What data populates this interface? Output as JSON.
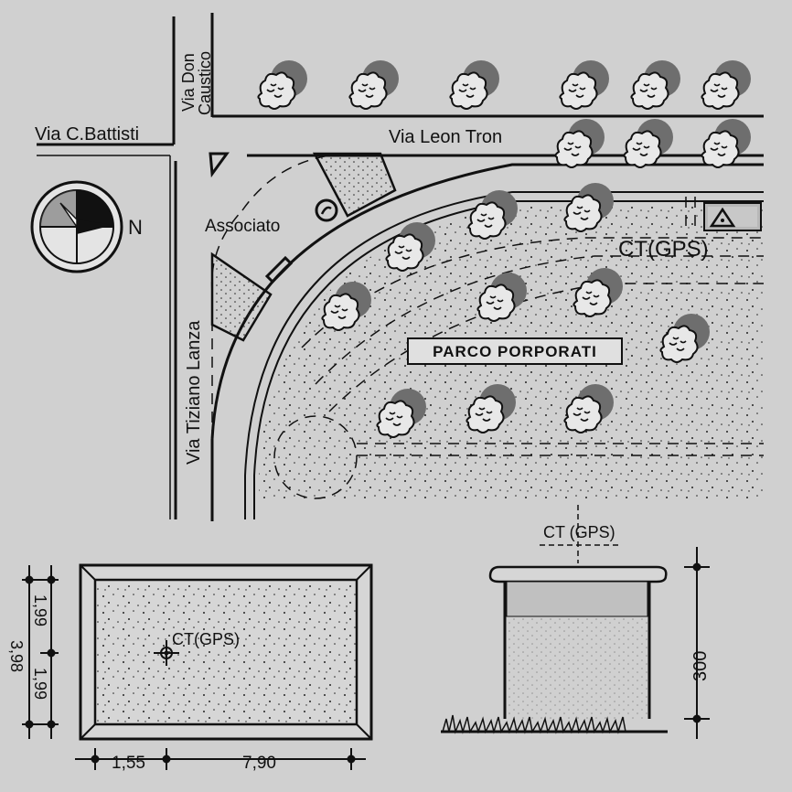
{
  "streets": {
    "via_battisti": "Via C.Battisti",
    "via_don_caustico_1": "Via Don",
    "via_don_caustico_2": "Caustico",
    "via_leon_tron": "Via Leon Tron",
    "via_tiziano_lanza": "Via Tiziano Lanza"
  },
  "map": {
    "associato": "Associato",
    "park_name": "PARCO PORPORATI",
    "ct_gps": "CT(GPS)",
    "compass_label": "N"
  },
  "plan_detail": {
    "ct_label": "CT(GPS)",
    "dim_left_total": "3,98",
    "dim_left_top": "1,99",
    "dim_left_bottom": "1,99",
    "dim_bottom_left": "1,55",
    "dim_bottom_right": "7,90"
  },
  "section_detail": {
    "ct_label": "CT (GPS)",
    "dim_height": "300"
  },
  "colors": {
    "background": "#d0d0d0",
    "ink": "#111111",
    "tree_shadow": "#6e6e6e"
  }
}
